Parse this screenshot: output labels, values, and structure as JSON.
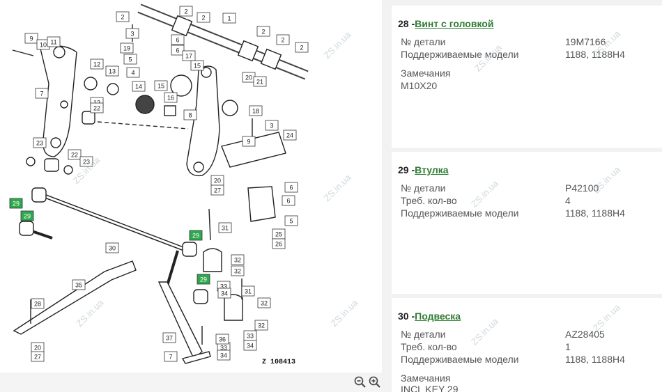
{
  "diagram": {
    "code": "Z 108413",
    "watermark": "ZS.in.ua",
    "callouts": [
      "1",
      "2",
      "3",
      "4",
      "5",
      "6",
      "7",
      "8",
      "9",
      "10",
      "11",
      "12",
      "13",
      "14",
      "15",
      "16",
      "17",
      "18",
      "19",
      "20",
      "21",
      "22",
      "23",
      "24",
      "25",
      "26",
      "27",
      "28",
      "29",
      "30",
      "31",
      "32",
      "33",
      "34",
      "35",
      "36",
      "37"
    ],
    "highlighted": "29",
    "zoom_out_icon": "zoom-out-icon",
    "zoom_in_icon": "zoom-in-icon"
  },
  "parts": [
    {
      "number": "28",
      "name": "Винт с головкой",
      "rows": [
        {
          "label": "№ детали",
          "value": "19M7166"
        },
        {
          "label": "Поддерживаемые модели",
          "value": "1188, 1188H4"
        }
      ],
      "remarks_label": "Замечания",
      "remarks": "M10X20"
    },
    {
      "number": "29",
      "name": "Втулка",
      "rows": [
        {
          "label": "№ детали",
          "value": "P42100"
        },
        {
          "label": "Треб. кол-во",
          "value": "4"
        },
        {
          "label": "Поддерживаемые модели",
          "value": "1188, 1188H4"
        }
      ]
    },
    {
      "number": "30",
      "name": "Подвеска",
      "rows": [
        {
          "label": "№ детали",
          "value": "AZ28405"
        },
        {
          "label": "Треб. кол-во",
          "value": "1"
        },
        {
          "label": "Поддерживаемые модели",
          "value": "1188, 1188H4"
        }
      ],
      "remarks_label": "Замечания",
      "remarks": "INCL KEY 29"
    }
  ],
  "colors": {
    "accent": "#2e7d32",
    "highlight": "#2fa84f",
    "panel_bg": "#f2f2f2"
  }
}
